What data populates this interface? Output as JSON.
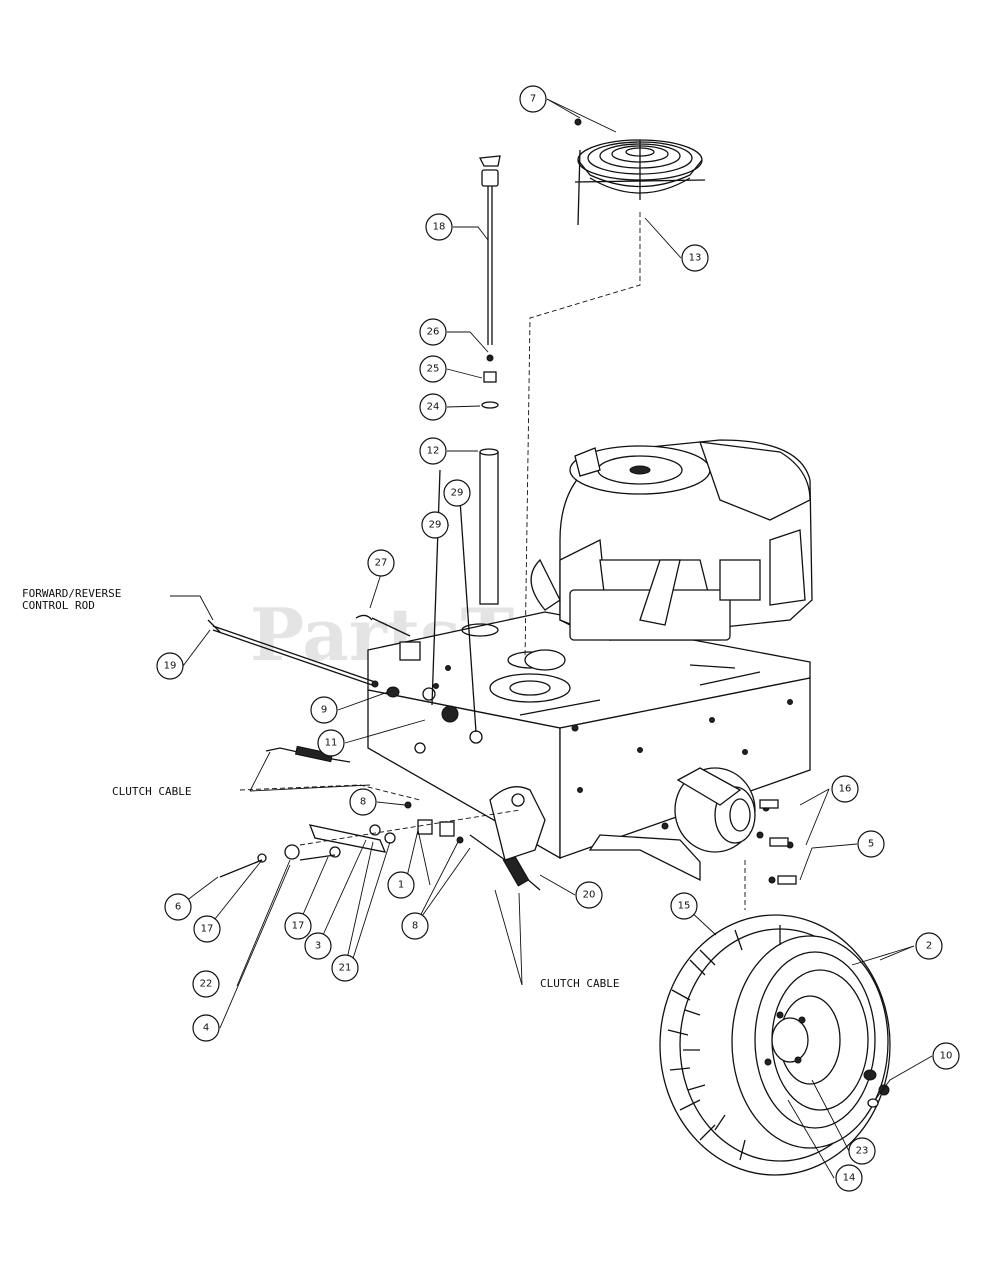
{
  "watermark": "PartsTree",
  "labels": {
    "forward_reverse": "FORWARD/REVERSE",
    "control_rod": "CONTROL ROD",
    "clutch_cable_upper": "CLUTCH CABLE",
    "clutch_cable_lower": "CLUTCH CABLE"
  },
  "callouts": {
    "c7": "7",
    "c13": "13",
    "c18": "18",
    "c26": "26",
    "c25": "25",
    "c24": "24",
    "c12": "12",
    "c29a": "29",
    "c29b": "29",
    "c27": "27",
    "c19": "19",
    "c9": "9",
    "c11": "11",
    "c8a": "8",
    "c8b": "8",
    "c16": "16",
    "c5": "5",
    "c20": "20",
    "c1": "1",
    "c6": "6",
    "c17a": "17",
    "c17b": "17",
    "c3": "3",
    "c21": "21",
    "c22": "22",
    "c4": "4",
    "c15": "15",
    "c2": "2",
    "c10": "10",
    "c23": "23",
    "c14": "14"
  }
}
